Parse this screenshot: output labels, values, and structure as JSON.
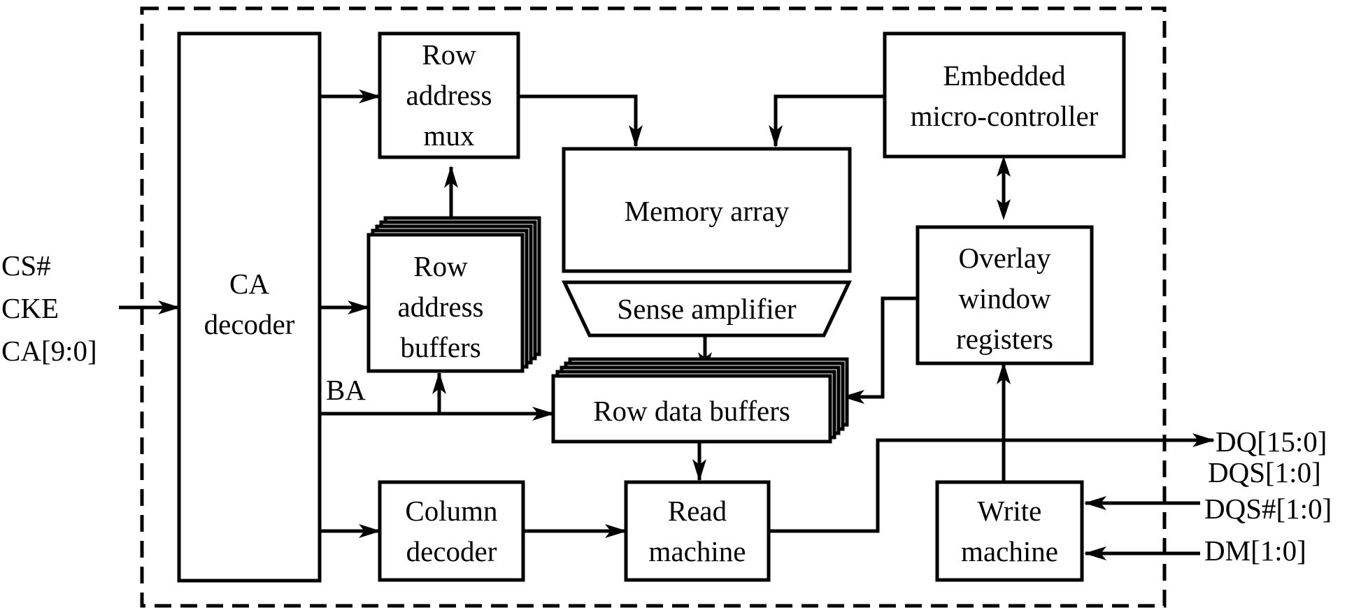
{
  "inputs": {
    "cs": "CS#",
    "cke": "CKE",
    "ca": "CA[9:0]"
  },
  "blocks": {
    "ca_decoder": [
      "CA",
      "decoder"
    ],
    "row_address_mux": [
      "Row",
      "address",
      "mux"
    ],
    "row_address_buffers": [
      "Row",
      "address",
      "buffers"
    ],
    "memory_array": "Memory array",
    "sense_amplifier": "Sense amplifier",
    "row_data_buffers": "Row data buffers",
    "embedded_micro_controller": [
      "Embedded",
      "micro-controller"
    ],
    "overlay_window_registers": [
      "Overlay",
      "window",
      "registers"
    ],
    "column_decoder": [
      "Column",
      "decoder"
    ],
    "read_machine": [
      "Read",
      "machine"
    ],
    "write_machine": [
      "Write",
      "machine"
    ]
  },
  "signals": {
    "ba": "BA",
    "dq": "DQ[15:0]",
    "dqs": "DQS[1:0]",
    "dqs_n": "DQS#[1:0]",
    "dm": "DM[1:0]"
  }
}
